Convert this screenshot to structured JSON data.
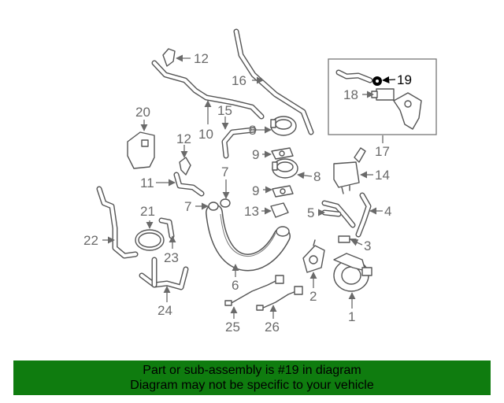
{
  "callouts": {
    "c1": "1",
    "c2": "2",
    "c3": "3",
    "c4": "4",
    "c5": "5",
    "c6": "6",
    "c7a": "7",
    "c7b": "7",
    "c8a": "8",
    "c8b": "8",
    "c9a": "9",
    "c9b": "9",
    "c10": "10",
    "c11": "11",
    "c12a": "12",
    "c12b": "12",
    "c13": "13",
    "c14": "14",
    "c15": "15",
    "c16": "16",
    "c17": "17",
    "c18": "18",
    "c19": "19",
    "c20": "20",
    "c21": "21",
    "c22": "22",
    "c23": "23",
    "c24": "24",
    "c25": "25",
    "c26": "26"
  },
  "highlighted_part": "19",
  "colors": {
    "banner_bg": "#0f7c0f",
    "callout_text": "#6a6a6a",
    "highlight": "#000000"
  },
  "banner": {
    "line1": "Part or sub-assembly is #19 in diagram",
    "line2": "Diagram may not be specific to your vehicle"
  }
}
